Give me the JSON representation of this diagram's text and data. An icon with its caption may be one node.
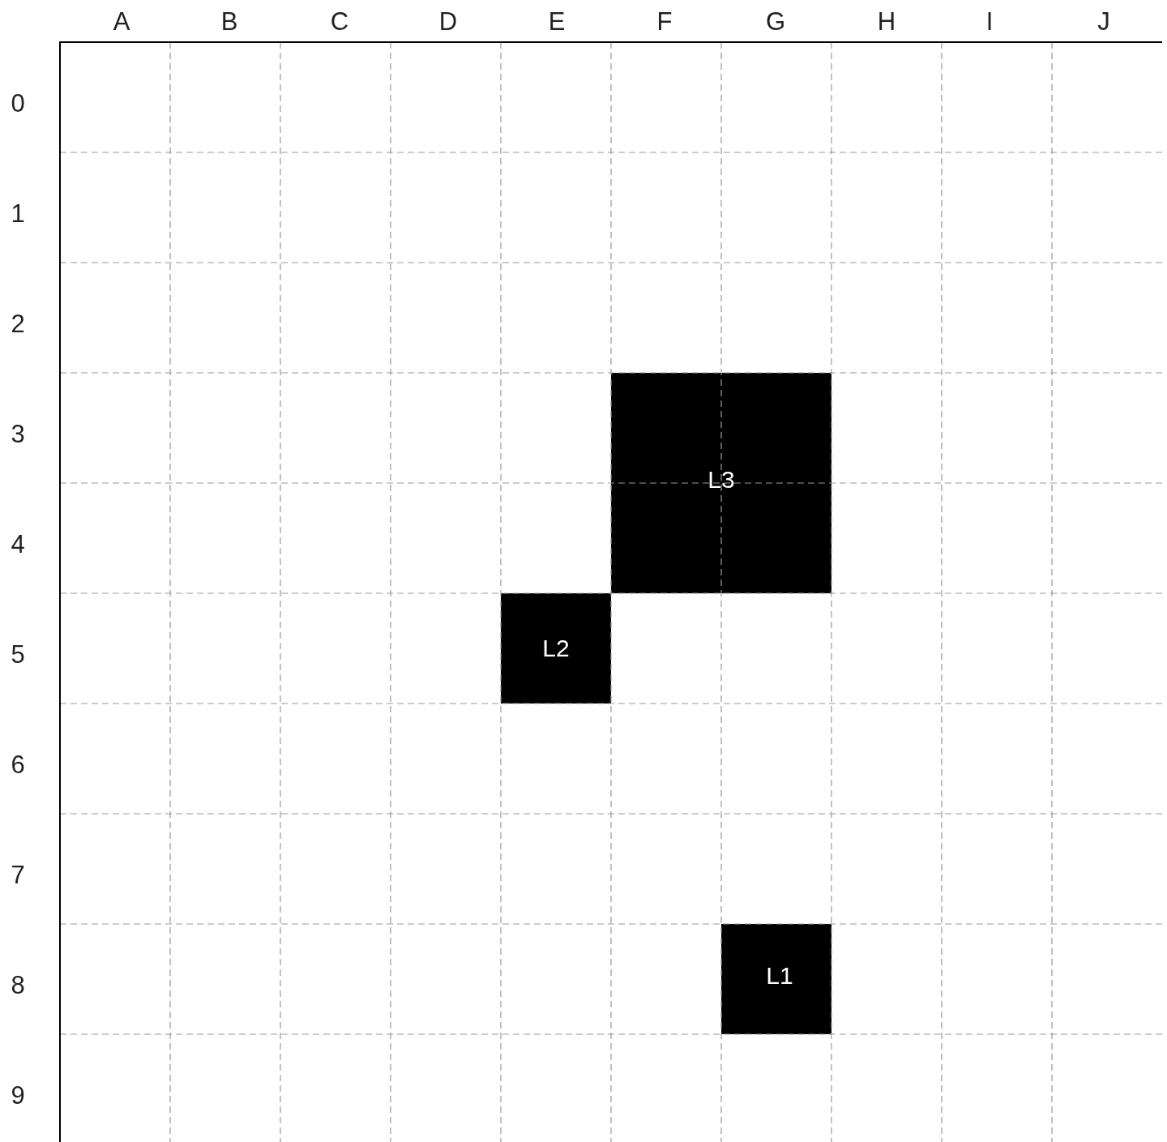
{
  "diagram": {
    "nodes": [
      {
        "text": [
          "L3"
        ]
      },
      {
        "text": [
          "L2"
        ]
      },
      {
        "text": [
          "L1"
        ]
      }
    ],
    "labels": [
      "A",
      "B",
      "C",
      "D",
      "E",
      "F",
      "G",
      "H",
      "I",
      "J",
      "0",
      "1",
      "2",
      "3",
      "4",
      "5",
      "6",
      "7",
      "8",
      "9"
    ]
  }
}
